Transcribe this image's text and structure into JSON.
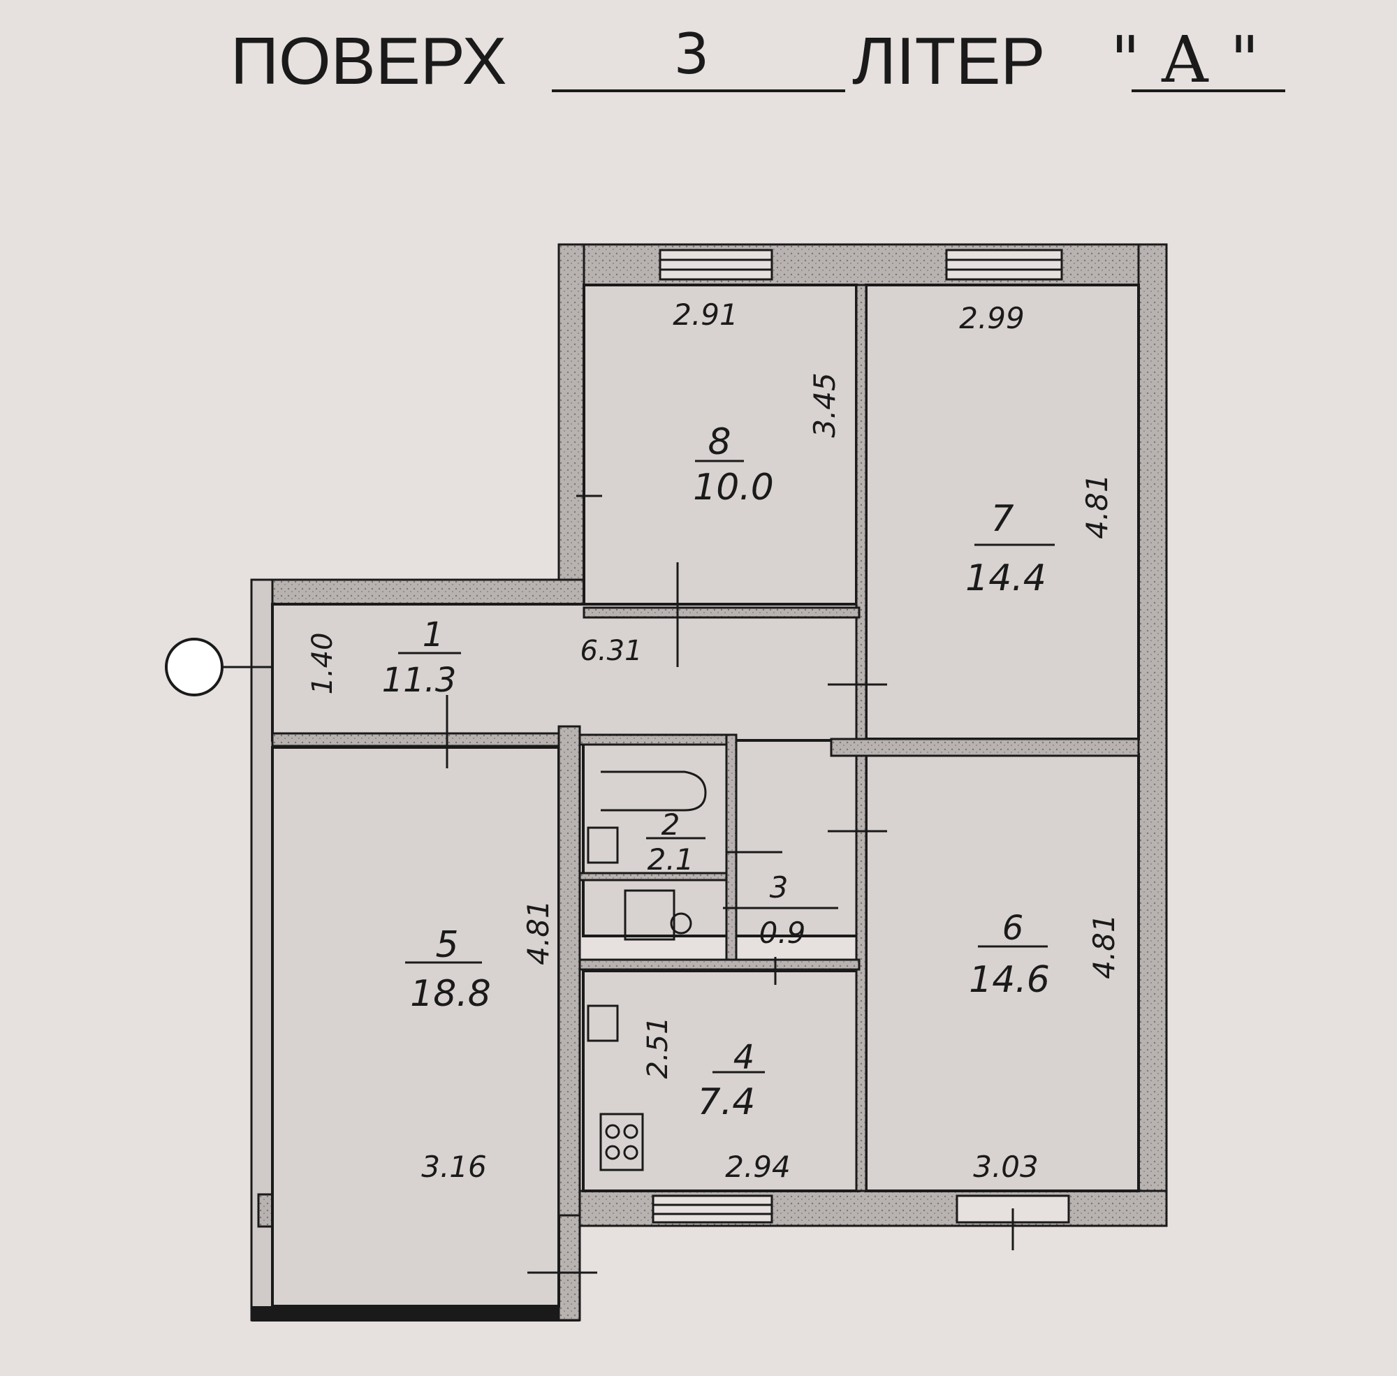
{
  "header": {
    "floor_label": "ПОВЕРХ",
    "floor_value": "3",
    "letter_label": "ЛІТЕР",
    "letter_value": "\"  А  \""
  },
  "rooms": [
    {
      "id": "1",
      "area": "11.3"
    },
    {
      "id": "2",
      "area": "2.1"
    },
    {
      "id": "3",
      "area": "0.9"
    },
    {
      "id": "4",
      "area": "7.4"
    },
    {
      "id": "5",
      "area": "18.8"
    },
    {
      "id": "6",
      "area": "14.6"
    },
    {
      "id": "7",
      "area": "14.4"
    },
    {
      "id": "8",
      "area": "10.0"
    }
  ],
  "dimensions": {
    "r8_width": "2.91",
    "r8_depth": "3.45",
    "r7_width": "2.99",
    "r7_depth": "4.81",
    "hall_length": "6.31",
    "hall_width": "1.40",
    "r5_depth": "4.81",
    "r5_width": "3.16",
    "r4_depth": "2.51",
    "r4_width": "2.94",
    "r6_depth": "4.81",
    "r6_width": "3.03"
  },
  "colors": {
    "background": "#e6e0de",
    "wall_fill": "#b8b2b0",
    "room_fill": "#d8d2d0",
    "line": "#1a1a1a"
  }
}
